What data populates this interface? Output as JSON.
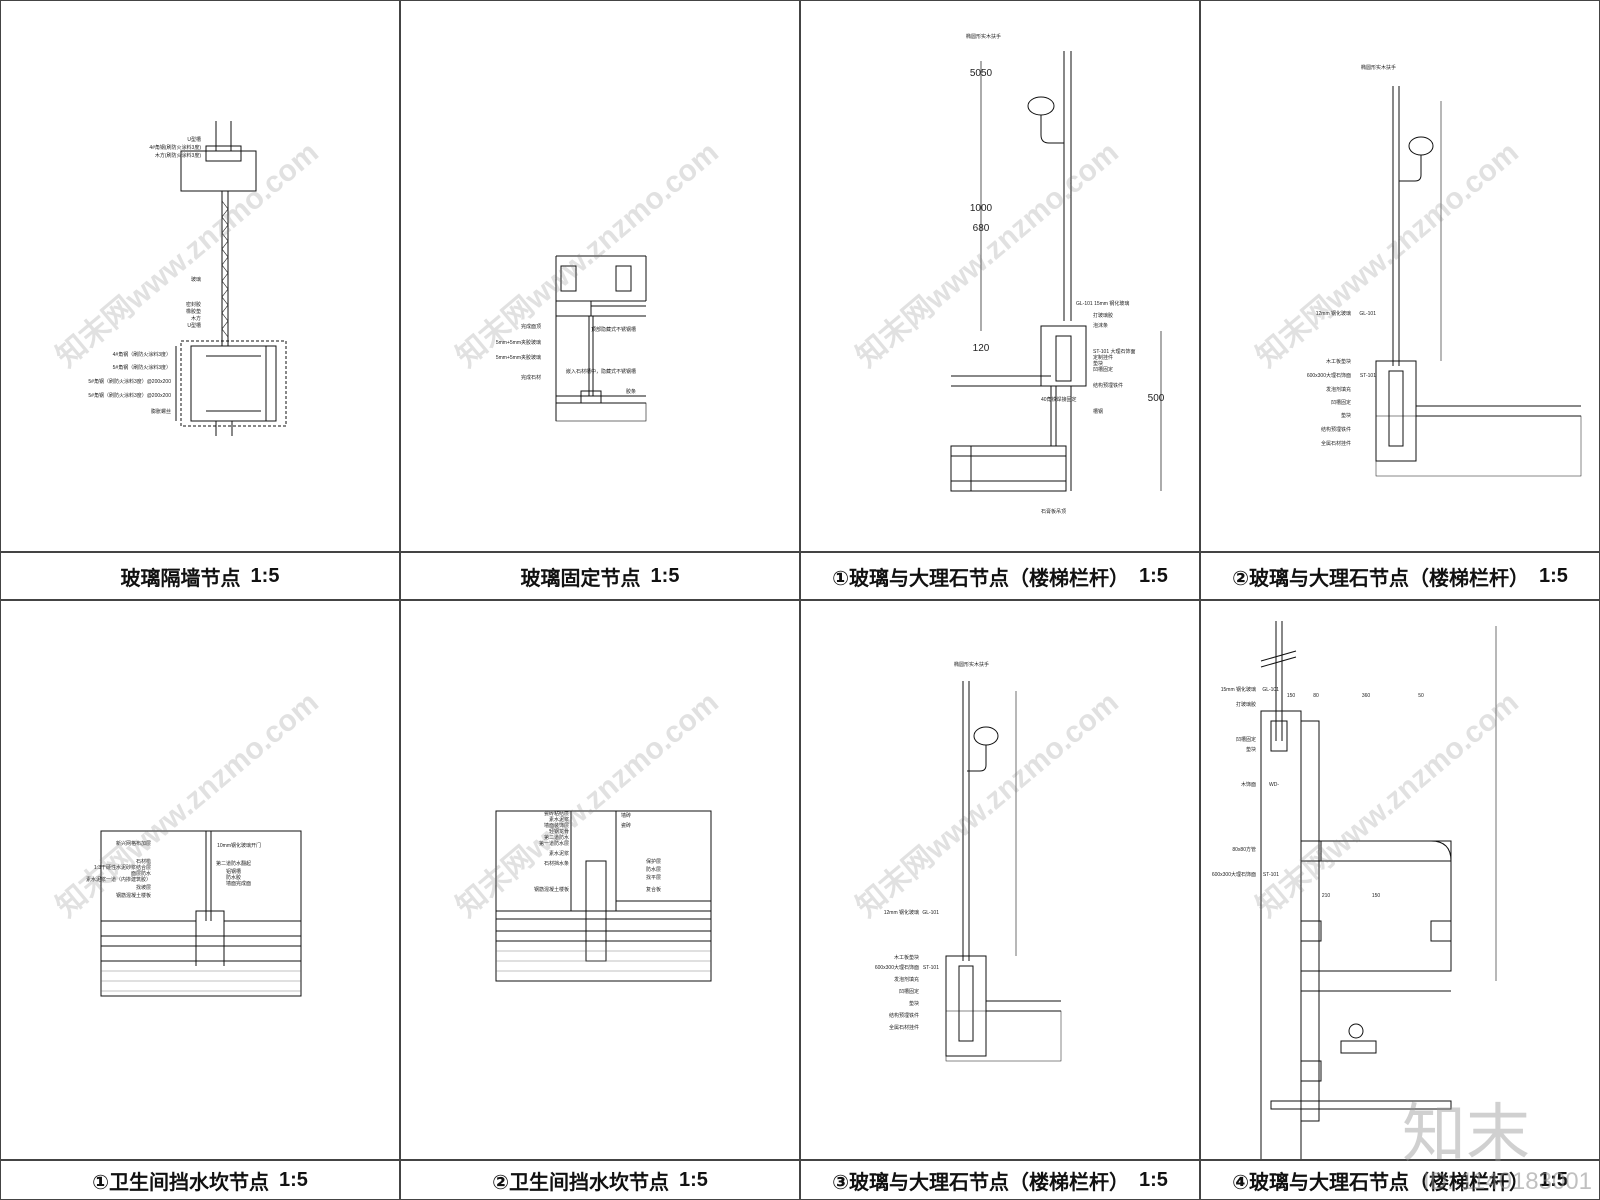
{
  "captions": [
    {
      "title": "玻璃隔墙节点",
      "scale": "1:5"
    },
    {
      "title": "玻璃固定节点",
      "scale": "1:5"
    },
    {
      "title": "①玻璃与大理石节点（楼梯栏杆）",
      "scale": "1:5"
    },
    {
      "title": "②玻璃与大理石节点（楼梯栏杆）",
      "scale": "1:5"
    },
    {
      "title": "①卫生间挡水坎节点",
      "scale": "1:5"
    },
    {
      "title": "②卫生间挡水坎节点",
      "scale": "1:5"
    },
    {
      "title": "③玻璃与大理石节点（楼梯栏杆）",
      "scale": "1:5"
    },
    {
      "title": "④玻璃与大理石节点（楼梯栏杆）",
      "scale": "1:5"
    }
  ],
  "panel1": {
    "labels": [
      "U型槽",
      "4#角钢(刷防火涂料3度)",
      "木方(刷防火涂料3度)",
      "玻璃",
      "密封胶",
      "橡胶垫",
      "木方",
      "U型槽",
      "4#角钢（刷防火涂料3度）",
      "5#角钢（刷防火涂料3度）",
      "5#角钢（刷防火涂料3度）@200x200",
      "5#角钢（刷防火涂料3度）@200x200",
      "膨胀螺丝"
    ]
  },
  "panel2": {
    "labels": [
      "完成面顶",
      "5mm+5mm夹胶玻璃",
      "5mm+5mm夹胶玻璃",
      "完成石材",
      "顶部隐藏式不锈钢槽",
      "嵌入石材槽中，隐藏式不锈钢槽",
      "胶条"
    ]
  },
  "panel3": {
    "dims": [
      "5050",
      "1000",
      "680",
      "120",
      "500"
    ],
    "labels": [
      "椭圆形实木扶手",
      "GL-101 15mm 钢化玻璃",
      "打玻璃胶",
      "泡沫条",
      "ST-101 大理石饰面",
      "定制挂件",
      "垫块",
      "凹槽固定",
      "结构预埋铁件",
      "40角铁焊接固定",
      "槽钢",
      "石膏板吊顶"
    ]
  },
  "panel4": {
    "labels": [
      "椭圆形实木扶手",
      "12mm 钢化玻璃",
      "GL-101",
      "木工板垫块",
      "600x300大理石饰面",
      "ST-101",
      "发泡剂填充",
      "凹槽固定",
      "垫块",
      "结构预埋铁件",
      "全属石材挂件"
    ]
  },
  "panel5": {
    "labels": [
      "新兴网格布加层",
      "石材槛",
      "1:3干硬性水泥砂浆结合层",
      "面层防水",
      "素水泥浆一道（内掺建筑胶）",
      "找坡层",
      "钢筋混凝土楼板",
      "10mm钢化玻璃开门",
      "铝钢槽",
      "防水胶",
      "第二道防水翻起",
      "墙面完成面"
    ]
  },
  "panel6": {
    "labels": [
      "瓷砖粘结层",
      "素水泥浆",
      "墙面装饰层",
      "轻钢龙骨",
      "第二道防水",
      "第一道防水层",
      "素水泥浆",
      "石材挡水条",
      "钢筋混凝土楼板",
      "墙砖",
      "瓷砖",
      "保护层",
      "防水层",
      "找平层",
      "复合板"
    ]
  },
  "panel7": {
    "labels": [
      "椭圆形实木扶手",
      "12mm 钢化玻璃",
      "GL-101",
      "木工板垫块",
      "600x300大理石饰面",
      "ST-101",
      "发泡剂填充",
      "凹槽固定",
      "垫块",
      "结构预埋铁件",
      "全属石材挂件"
    ]
  },
  "panel8": {
    "labels": [
      "15mm 钢化玻璃",
      "GL-101",
      "打玻璃胶",
      "凹槽固定",
      "垫块",
      "木饰面",
      "WD-",
      "80x80方管",
      "600x300大理石饰面",
      "ST-101"
    ],
    "dims": [
      "150",
      "80",
      "360",
      "50",
      "210",
      "150"
    ]
  },
  "watermarks": {
    "site": "知末网www.znzmo.com",
    "brand": "知末",
    "id": "ID: 1140183001"
  }
}
